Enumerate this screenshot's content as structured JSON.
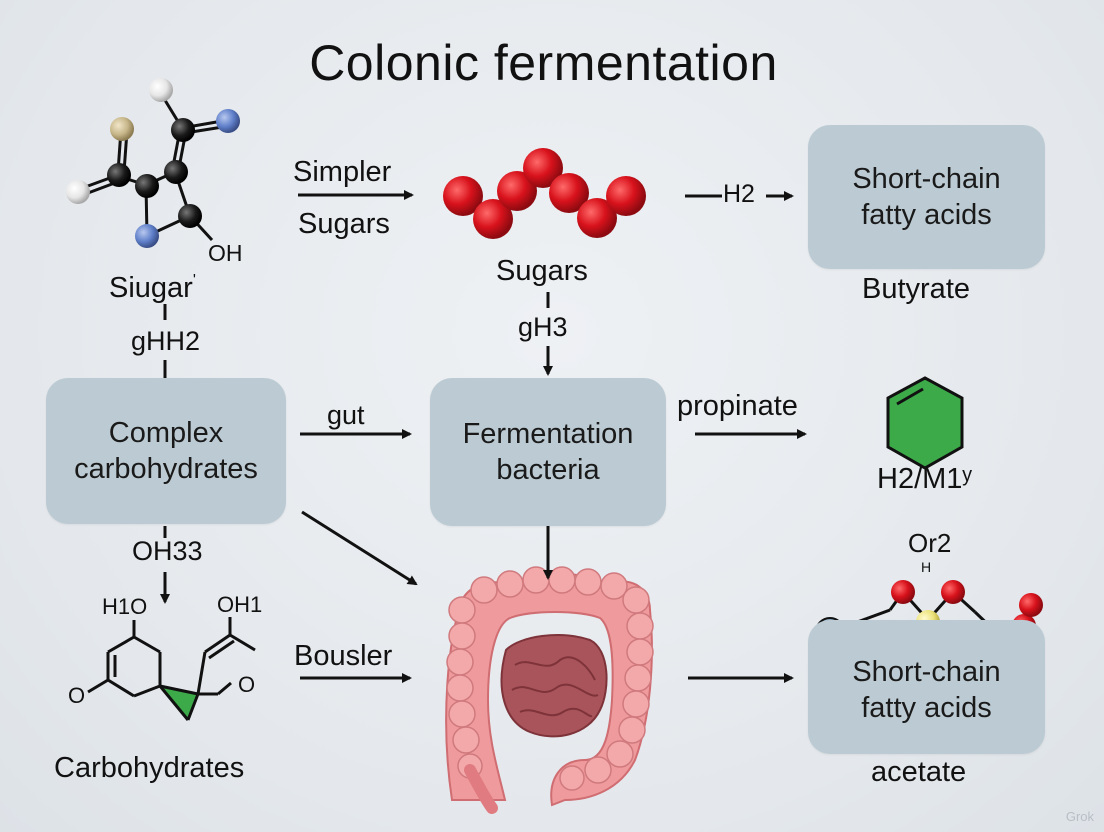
{
  "title": "Colonic fermentation",
  "nodes": {
    "complex": {
      "line1": "Complex",
      "line2": "carbohydrates"
    },
    "fermentation": {
      "line1": "Fermentation",
      "line2": "bacteria"
    },
    "scfa_top": {
      "line1": "Short-chain",
      "line2": "fatty acids"
    },
    "scfa_bottom": {
      "line1": "Short-chain",
      "line2": "fatty acids"
    }
  },
  "labels": {
    "siugar": "Siugar",
    "siugar_mark": "'",
    "sugars": "Sugars",
    "butyrate": "Butyrate",
    "carbohydrates": "Carbohydrates",
    "acetate": "acetate",
    "oh": "OH",
    "h1o": "H1O",
    "oh1": "OH1",
    "o_left": "O",
    "o_right": "O",
    "h2m": "H2/M1ʸ",
    "or2": "Or2",
    "or2_tick": "H"
  },
  "arrow_labels": {
    "simpler": "Simpler",
    "sugars2": "Sugars",
    "h2": "H2",
    "gh2": "gHH2",
    "gh3": "gH3",
    "gut": "gut",
    "propinate": "propinate",
    "oh33": "OH33",
    "bousler": "Bousler"
  },
  "colors": {
    "box": "#bccbd3",
    "sugar_bead": "#d8121c",
    "hexagon": "#3daa4a",
    "colon": "#ef9a9c",
    "stomach": "#a9545a",
    "atom_black": "#1a1a1a",
    "atom_blue": "#5f7fc9",
    "atom_tan": "#c7b68a",
    "atom_white": "#f2f2f2",
    "atom_yellow": "#ece27a"
  },
  "watermark": "Grok"
}
